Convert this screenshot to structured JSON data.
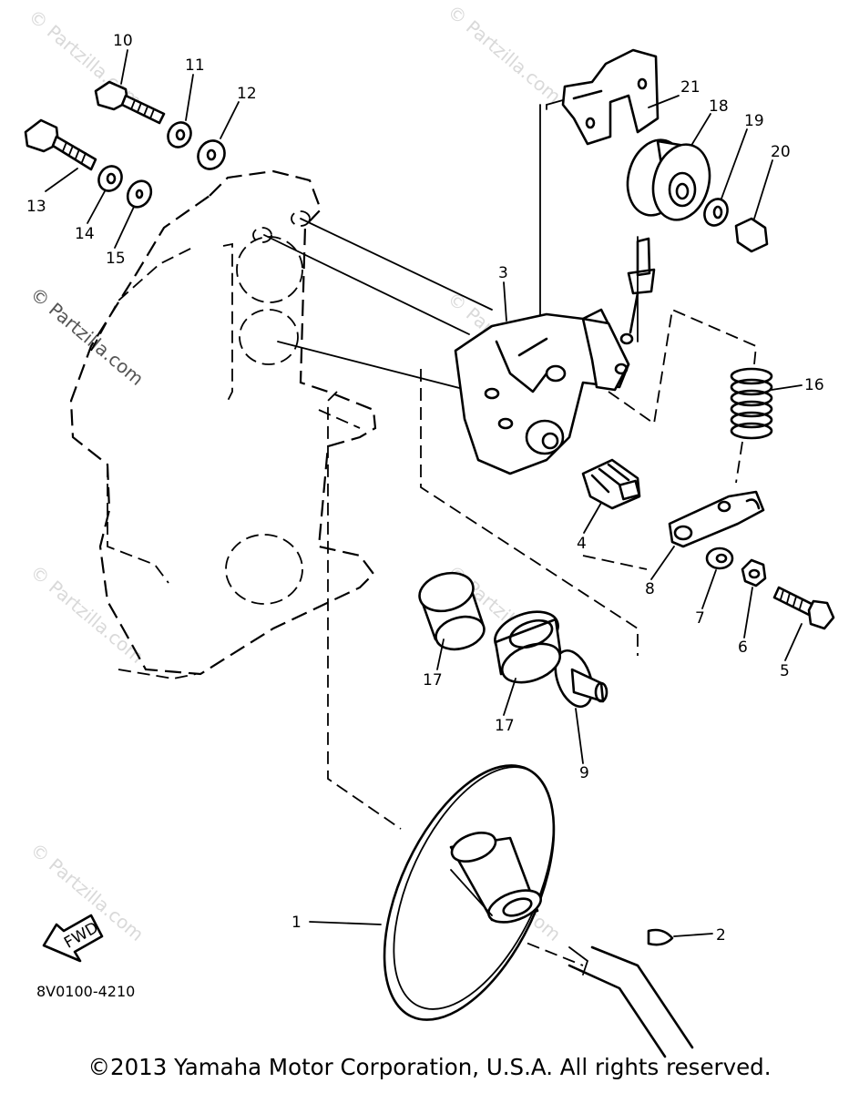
{
  "labels": {
    "n1": "1",
    "n2": "2",
    "n3": "3",
    "n4": "4",
    "n5": "5",
    "n6": "6",
    "n7": "7",
    "n8": "8",
    "n9": "9",
    "n10": "10",
    "n11": "11",
    "n12": "12",
    "n13": "13",
    "n14": "14",
    "n15": "15",
    "n16": "16",
    "n17a": "17",
    "n17b": "17",
    "n18": "18",
    "n19": "19",
    "n20": "20",
    "n21": "21"
  },
  "front_arrow": "FWD",
  "diagram_code": "8V0100-4210",
  "watermark": "© Partzilla.com",
  "copyright": "©2013 Yamaha Motor Corporation, U.S.A. All rights reserved."
}
